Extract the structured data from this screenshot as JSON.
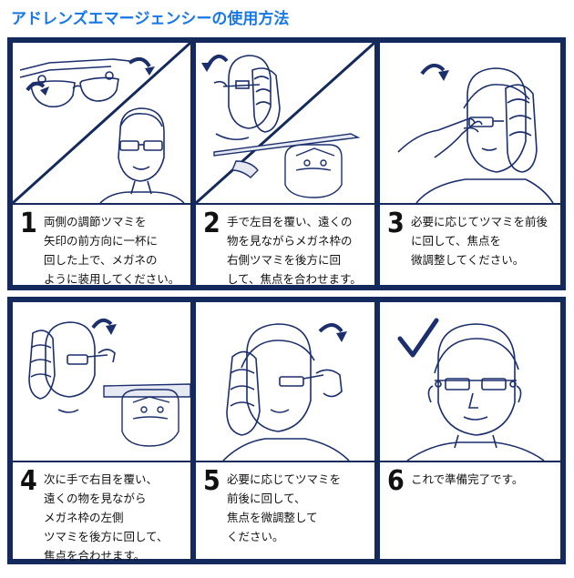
{
  "title": "アドレンズエマージェンシーの使用方法",
  "steps": [
    {
      "number": "1",
      "lines": [
        "両側の調節ツマミを",
        "矢印の前方向に一杯に",
        "回した上で、メガネの",
        "ように装用してください。"
      ]
    },
    {
      "number": "2",
      "lines": [
        "手で左目を覆い、遠くの",
        "物を見ながらメガネ枠の",
        "右側ツマミを後方に回",
        "して、焦点を合わせます。"
      ]
    },
    {
      "number": "3",
      "lines": [
        "必要に応じてツマミを前後",
        "に回して、焦点を",
        "微調整してください。"
      ]
    },
    {
      "number": "4",
      "lines": [
        "次に手で右目を覆い、",
        "遠くの物を見ながら",
        "メガネ枠の左側",
        "ツマミを後方に回して、",
        "焦点を合わせます。"
      ]
    },
    {
      "number": "5",
      "lines": [
        "必要に応じてツマミを",
        "前後に回して、",
        "焦点を微調整して",
        "ください。"
      ]
    },
    {
      "number": "6",
      "lines": [
        "これで準備完了です。"
      ]
    }
  ],
  "colors": {
    "title": "#1677e6",
    "frame": "#142a5c",
    "line_art": "#1b2f6e"
  }
}
